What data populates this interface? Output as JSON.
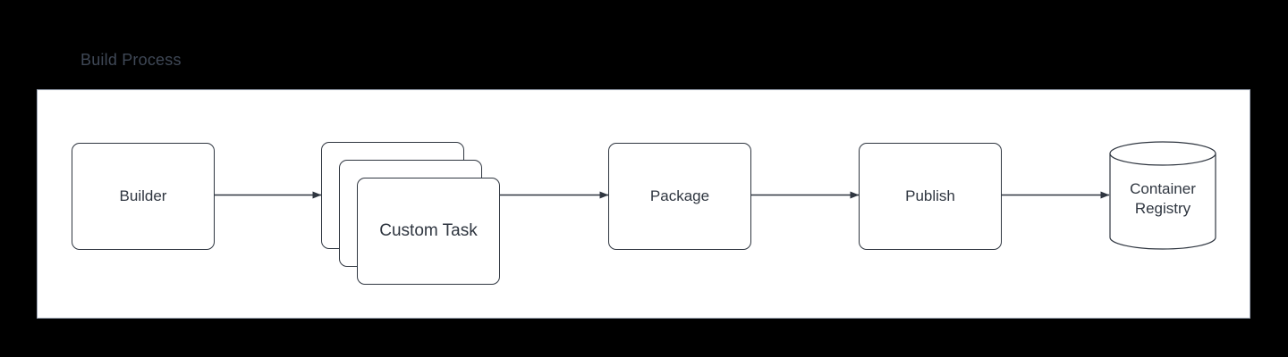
{
  "diagram": {
    "title": "Build Process",
    "title_color": "#3f4856",
    "panel_background": "#ffffff",
    "panel_border_color": "#9aa3b2",
    "page_background": "#000000",
    "node_border_color": "#2f3640",
    "node_text_color": "#2f3640",
    "edge_color": "#2f3640",
    "nodes": [
      {
        "id": "builder",
        "label": "Builder",
        "shape": "rounded-rectangle"
      },
      {
        "id": "custom-task-stack",
        "label": "Custom Task",
        "shape": "stacked-rounded-rectangle",
        "stack_count": 3
      },
      {
        "id": "package",
        "label": "Package",
        "shape": "rounded-rectangle"
      },
      {
        "id": "publish",
        "label": "Publish",
        "shape": "rounded-rectangle"
      },
      {
        "id": "container-registry",
        "label_line_1": "Container",
        "label_line_2": "Registry",
        "shape": "cylinder"
      }
    ],
    "edges": [
      {
        "from": "builder",
        "to": "custom-task-stack",
        "arrow": "single"
      },
      {
        "from": "custom-task-stack",
        "to": "package",
        "arrow": "single"
      },
      {
        "from": "package",
        "to": "publish",
        "arrow": "single"
      },
      {
        "from": "publish",
        "to": "container-registry",
        "arrow": "single"
      }
    ]
  }
}
